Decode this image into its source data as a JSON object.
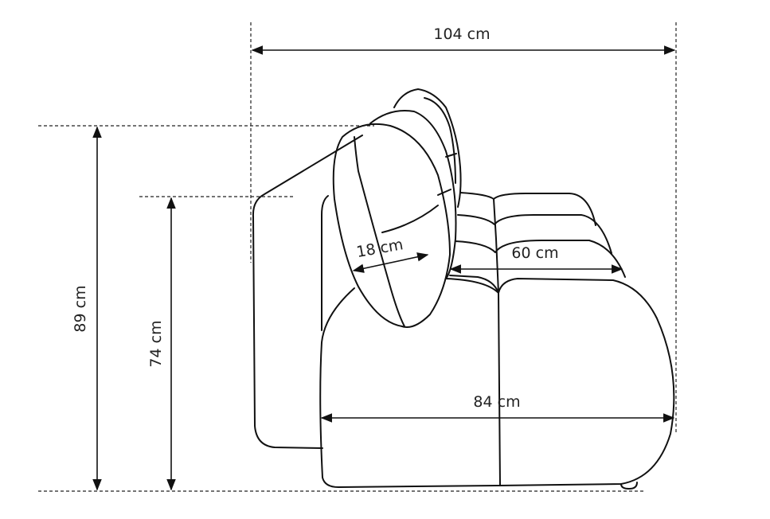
{
  "dimensions": {
    "total_depth": "104 cm",
    "total_height": "89 cm",
    "back_height": "74 cm",
    "pillow_thickness": "18 cm",
    "seat_depth": "60 cm",
    "base_depth": "84 cm"
  },
  "colors": {
    "line": "#111111",
    "background": "#ffffff"
  }
}
